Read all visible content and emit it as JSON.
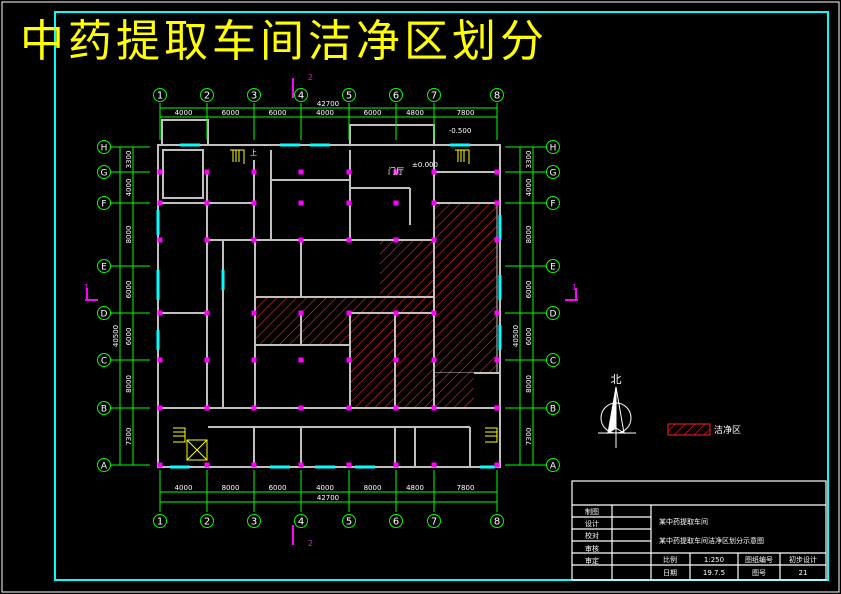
{
  "drawing": {
    "title": "中药提取车间洁净区划分",
    "columns": [
      "1",
      "2",
      "3",
      "4",
      "5",
      "6",
      "7",
      "8"
    ],
    "rows": [
      "A",
      "B",
      "C",
      "D",
      "E",
      "F",
      "G",
      "H"
    ],
    "top_dimensions": {
      "total": "42700",
      "segments": [
        "4000",
        "6000",
        "6000",
        "4000",
        "6000",
        "4800",
        "7800"
      ]
    },
    "bottom_dimensions": {
      "total": "42700",
      "segments": [
        "4000",
        "8000",
        "6000",
        "4000",
        "8000",
        "4800",
        "7800"
      ]
    },
    "left_dimensions": {
      "total": "40500",
      "segments": [
        "3300",
        "4000",
        "8000",
        "6000",
        "6000",
        "8000",
        "7300"
      ]
    },
    "right_dimensions": {
      "total": "40500",
      "segments": [
        "3300",
        "4000",
        "8000",
        "6000",
        "6000",
        "8000",
        "7300"
      ]
    },
    "section_marks": {
      "top": "2",
      "bottom": "2",
      "left": "1",
      "right": "1"
    },
    "rooms": {
      "lobby": "门厅"
    },
    "elevations": {
      "lobby": "±0.000",
      "outside": "-0.500"
    },
    "stair_label": "上"
  },
  "legend": {
    "north": "北",
    "clean_zone": "洁净区"
  },
  "colors": {
    "background": "#000000",
    "frame": "#00ffff",
    "axis": "#00ff00",
    "wall": "#c0c0c0",
    "clean_hatch": "#ff2020",
    "title": "#ffff00",
    "section": "#ff00ff"
  },
  "title_block": {
    "project": "某中药提取车间",
    "drawing_name": "某中药提取车间洁净区划分示意图",
    "rows": [
      {
        "label": "制图",
        "value": ""
      },
      {
        "label": "设计",
        "value": ""
      },
      {
        "label": "校对",
        "value": ""
      },
      {
        "label": "审核",
        "value": ""
      },
      {
        "label": "审定",
        "value": ""
      }
    ],
    "scale_label": "比例",
    "scale": "1:250",
    "date_label": "日期",
    "date": "19.7.5",
    "sheet_type_label": "图纸编号",
    "stage": "初步设计",
    "drawing_no_label": "图号",
    "drawing_no": "21"
  }
}
